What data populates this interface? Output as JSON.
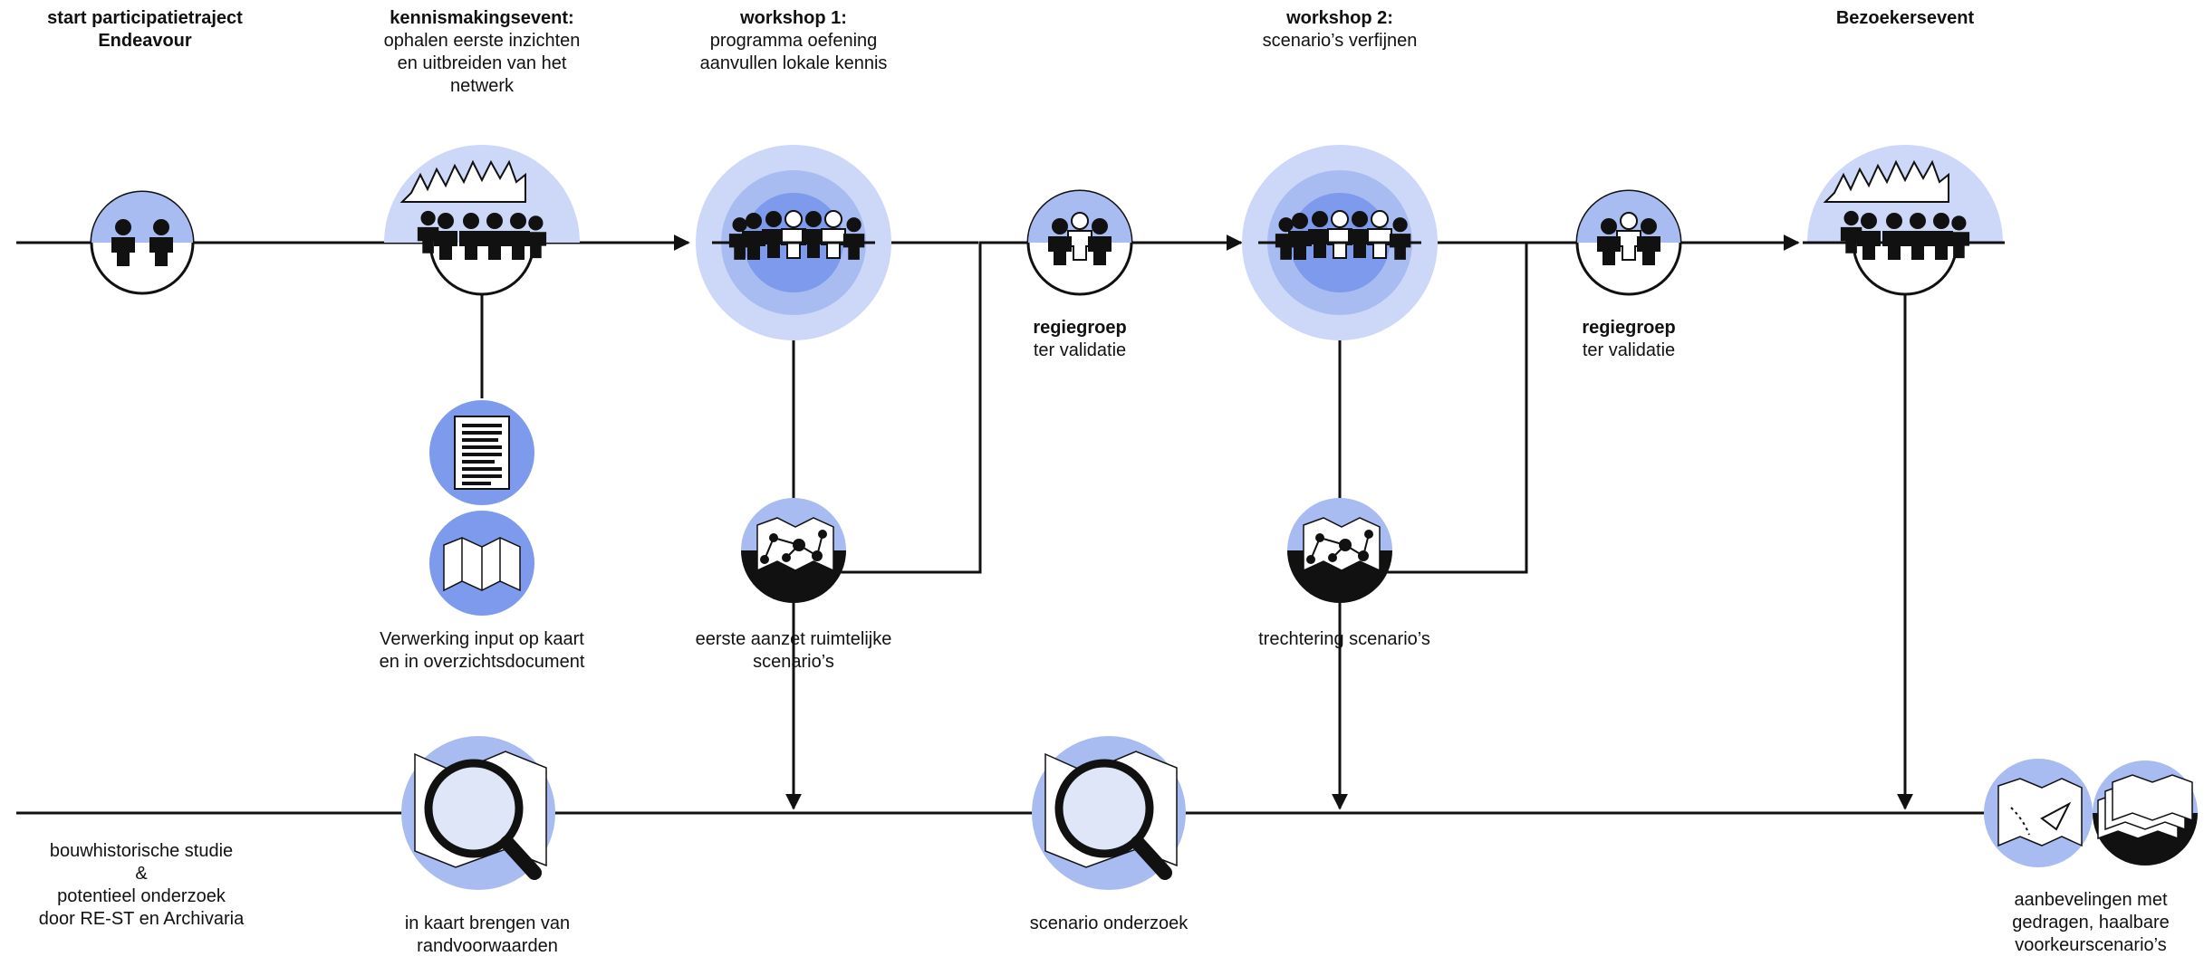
{
  "colors": {
    "light": "#cdd8f8",
    "mid": "#a9bcf2",
    "dark": "#7d9aec",
    "ink": "#111111"
  },
  "events": [
    {
      "title": "start participatietraject",
      "sub": [
        "Endeavour"
      ],
      "sub_bold": true
    },
    {
      "title": "kennismakingsevent:",
      "sub": [
        "ophalen eerste inzichten",
        "en uitbreiden van het",
        "netwerk"
      ]
    },
    {
      "title": "workshop 1:",
      "sub": [
        "programma oefening",
        "aanvullen lokale kennis"
      ]
    },
    {
      "title": "workshop 2:",
      "sub": [
        "scenario’s verfijnen"
      ]
    },
    {
      "title": "Bezoekersevent",
      "sub": []
    }
  ],
  "regiegroep": [
    {
      "title": "regiegroep",
      "sub": "ter validatie"
    },
    {
      "title": "regiegroep",
      "sub": "ter validatie"
    }
  ],
  "middle_labels": {
    "verwerking": [
      "Verwerking input op kaart",
      "en in overzichtsdocument"
    ],
    "eerste_aanzet": [
      "eerste aanzet ruimtelijke",
      "scenario’s"
    ],
    "trechtering": [
      "trechtering scenario’s"
    ]
  },
  "bottom_labels": {
    "studie": [
      "bouwhistorische studie",
      "&",
      "potentieel onderzoek",
      "door RE-ST en Archivaria"
    ],
    "randvoorwaarden": [
      "in kaart brengen van",
      "randvoorwaarden"
    ],
    "scenario_onderzoek": [
      "scenario onderzoek"
    ],
    "aanbevelingen": [
      "aanbevelingen met",
      "gedragen, haalbare",
      "voorkeurscenario’s"
    ]
  },
  "icons": [
    "people-icon",
    "crowd-icon",
    "document-icon",
    "folded-map-icon",
    "magnifier-map-icon",
    "network-map-icon",
    "paper-plane-map-icon",
    "stacked-maps-icon"
  ]
}
